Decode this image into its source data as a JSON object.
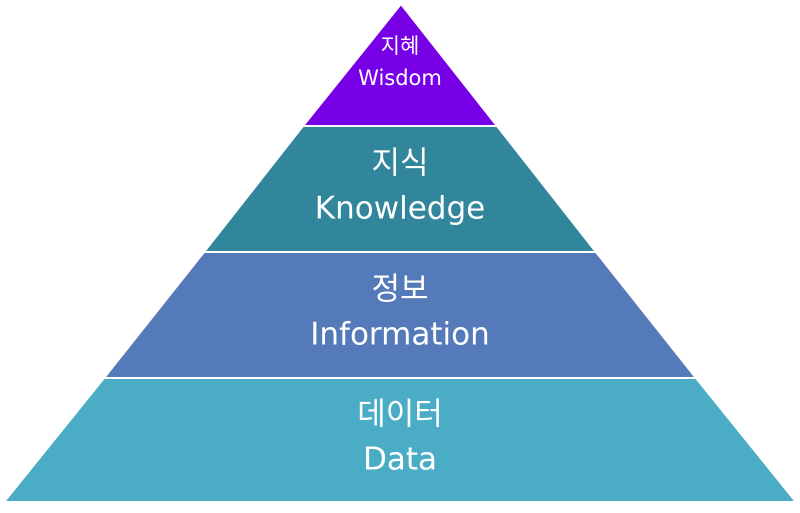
{
  "pyramid": {
    "levels": [
      {
        "key": "wisdom",
        "ko": "지혜",
        "en": "Wisdom",
        "color": "#7700e6"
      },
      {
        "key": "knowledge",
        "ko": "지식",
        "en": "Knowledge",
        "color": "#31869b"
      },
      {
        "key": "information",
        "ko": "정보",
        "en": "Information",
        "color": "#547ab9"
      },
      {
        "key": "data",
        "ko": "데이터",
        "en": "Data",
        "color": "#4bacc6"
      }
    ]
  }
}
